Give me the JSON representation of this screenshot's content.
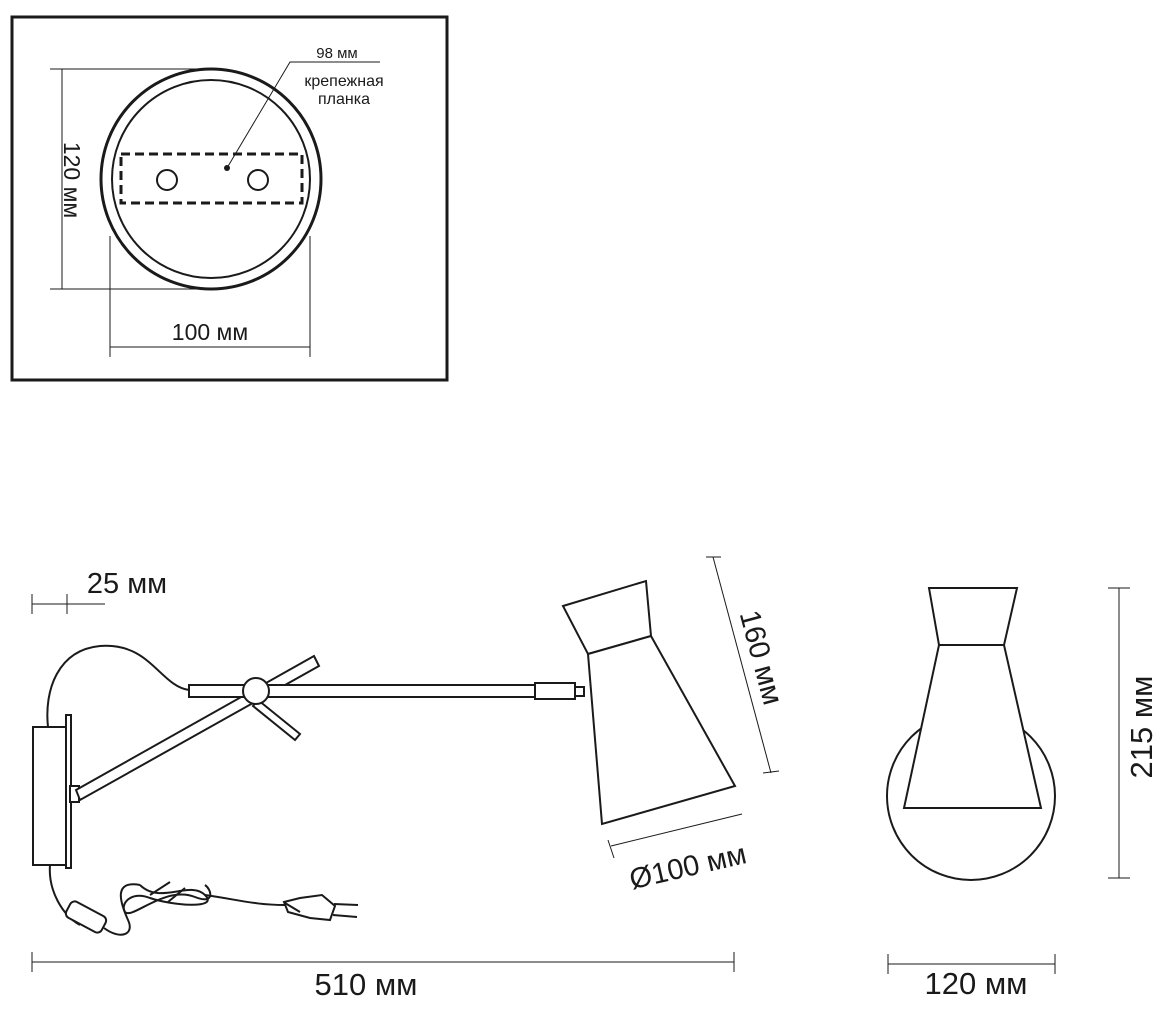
{
  "mount_detail": {
    "bracket_width": "98 мм",
    "bracket_label_line1": "крепежная",
    "bracket_label_line2": "планка",
    "height": "120 мм",
    "width": "100 мм"
  },
  "side_view": {
    "offset": "25 мм",
    "total_length": "510 мм",
    "shade_height": "160 мм",
    "shade_diameter": "Ø100 мм"
  },
  "front_view": {
    "height": "215 мм",
    "width": "120 мм"
  }
}
